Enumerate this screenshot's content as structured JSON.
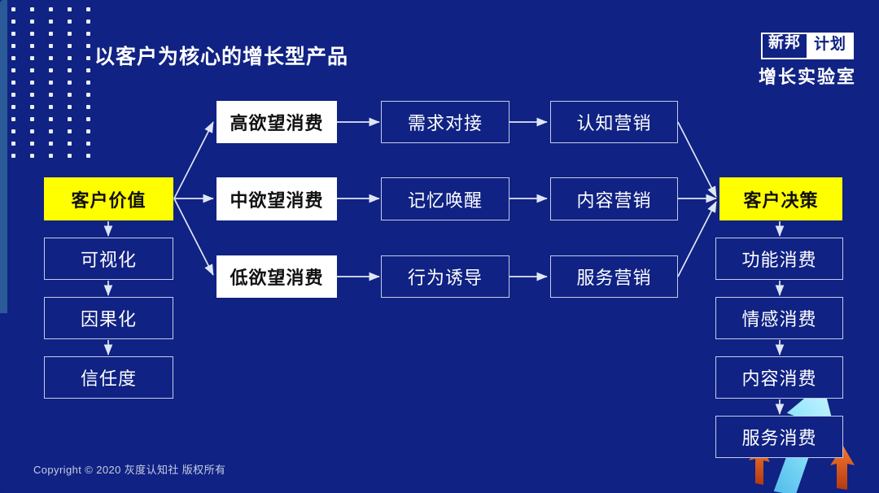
{
  "slide": {
    "title": "以客户为核心的增长型产品",
    "background_color": "#102283",
    "accent_color": "#ffff00",
    "footer": "Copyright © 2020 灰度认知社 版权所有"
  },
  "logo": {
    "brand_a": "新邦",
    "brand_b": "计划",
    "sub": "增长实验室"
  },
  "diagram": {
    "left_column": [
      {
        "label": "客户价值",
        "style": "yellow"
      },
      {
        "label": "可视化",
        "style": "blue"
      },
      {
        "label": "因果化",
        "style": "blue"
      },
      {
        "label": "信任度",
        "style": "blue"
      }
    ],
    "desire_column": [
      {
        "label": "高欲望消费",
        "style": "white"
      },
      {
        "label": "中欲望消费",
        "style": "white"
      },
      {
        "label": "低欲望消费",
        "style": "white"
      }
    ],
    "method_column": [
      {
        "label": "需求对接",
        "style": "blue"
      },
      {
        "label": "记忆唤醒",
        "style": "blue"
      },
      {
        "label": "行为诱导",
        "style": "blue"
      }
    ],
    "marketing_column": [
      {
        "label": "认知营销",
        "style": "blue"
      },
      {
        "label": "内容营销",
        "style": "blue"
      },
      {
        "label": "服务营销",
        "style": "blue"
      }
    ],
    "right_column": [
      {
        "label": "客户决策",
        "style": "yellow"
      },
      {
        "label": "功能消费",
        "style": "blue"
      },
      {
        "label": "情感消费",
        "style": "blue"
      },
      {
        "label": "内容消费",
        "style": "blue"
      },
      {
        "label": "服务消费",
        "style": "blue"
      }
    ]
  },
  "decoration": {
    "main_arrow": "up-right-arrow",
    "small_arrow_left": "small-up-arrow",
    "small_arrow_right": "small-up-arrow",
    "arrow_color": "#6fd8f5",
    "small_arrow_color": "#e2521a"
  }
}
